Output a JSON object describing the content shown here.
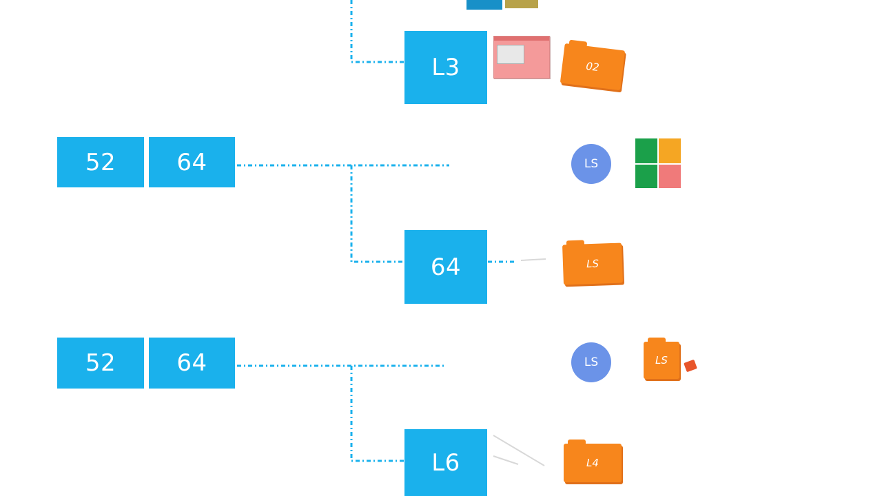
{
  "diagram": {
    "row1": {
      "node_label": "L3",
      "folder_label": "02"
    },
    "row2": {
      "left_box_a": "52",
      "left_box_b": "64",
      "child_label": "64",
      "badge_label": "LS",
      "folder_label": "LS"
    },
    "row3": {
      "left_box_a": "52",
      "left_box_b": "64",
      "child_label": "L6",
      "badge_label": "LS",
      "folder_label": "L4",
      "small_folder_label": "LS"
    }
  },
  "colors": {
    "box_blue": "#1ab1ec",
    "badge_blue": "#6b93e8",
    "folder_orange": "#f7861c",
    "connector": "#1ab1ec"
  }
}
